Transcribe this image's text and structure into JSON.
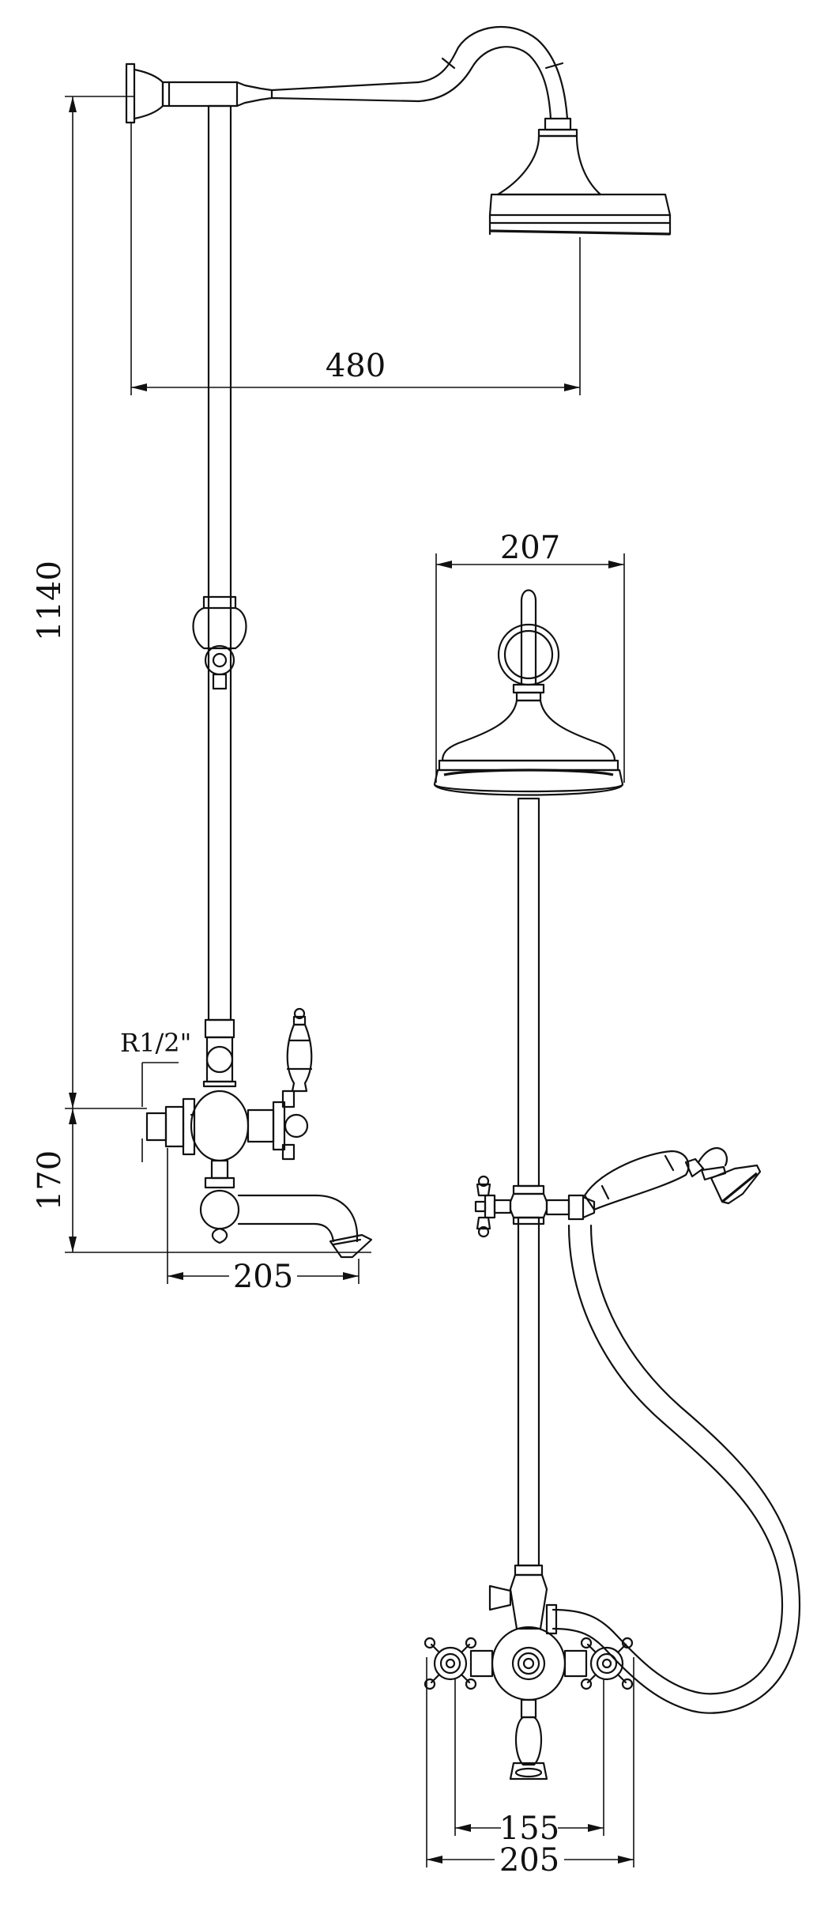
{
  "dimensions": {
    "head_projection": "480",
    "overall_height": "1140",
    "inlet_thread": "R1/2\"",
    "inlet_height": "170",
    "left_body_width": "205",
    "head_diameter": "207",
    "inlet_centres": "155",
    "right_body_width": "205"
  }
}
